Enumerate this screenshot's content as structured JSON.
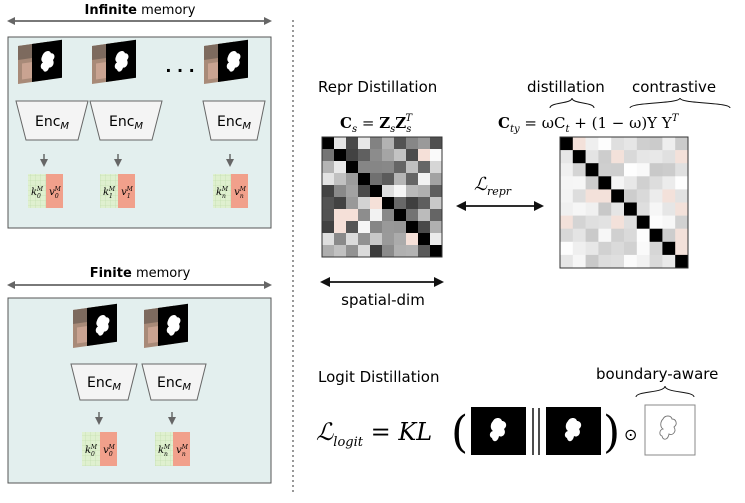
{
  "left": {
    "infinite": {
      "title_bold": "Infinite",
      "title_rest": " memory",
      "encoder_label": "Enc",
      "encoder_sub": "M",
      "ellipsis": "· · ·",
      "keys": [
        {
          "k_sub": "0",
          "v_sub": "0"
        },
        {
          "k_sub": "1",
          "v_sub": "1"
        },
        {
          "k_sub": "n",
          "v_sub": "n"
        }
      ]
    },
    "finite": {
      "title_bold": "Finite",
      "title_rest": " memory",
      "encoder_label": "Enc",
      "encoder_sub": "M",
      "keys": [
        {
          "k_sub": "0",
          "v_sub": "0"
        },
        {
          "k_sub": "n",
          "v_sub": "n"
        }
      ]
    },
    "kv": {
      "k": "k",
      "v": "v",
      "sup": "M"
    }
  },
  "right": {
    "repr_title": "Repr Distillation",
    "cs_formula": {
      "lhs": "C",
      "lhs_sub": "s",
      "eq": " = ",
      "z": "Z",
      "z_sub": "s",
      "zt": "Z",
      "zt_sub": "s",
      "zt_sup": "T"
    },
    "distillation_label": "distillation",
    "contrastive_label": "contrastive",
    "cty_formula": {
      "lhs": "C",
      "lhs_sub": "ty",
      "rest": " = ωC",
      "ct_sub": "t",
      "tail": " + (1 − ω)Y Y",
      "tail_sup": "T"
    },
    "loss_repr": {
      "main": "ℒ",
      "sub": "repr"
    },
    "spatial_label": "spatial-dim",
    "logit_title": "Logit Distillation",
    "boundary_label": "boundary-aware",
    "loss_logit": {
      "main": "ℒ",
      "sub": "logit",
      "eq": " = KL"
    },
    "odot": "⊙"
  },
  "colors": {
    "memory_bg": "#e3efee",
    "key_green": "#dff0cf",
    "value_red": "#f1a08b",
    "arrow": "#555555"
  }
}
